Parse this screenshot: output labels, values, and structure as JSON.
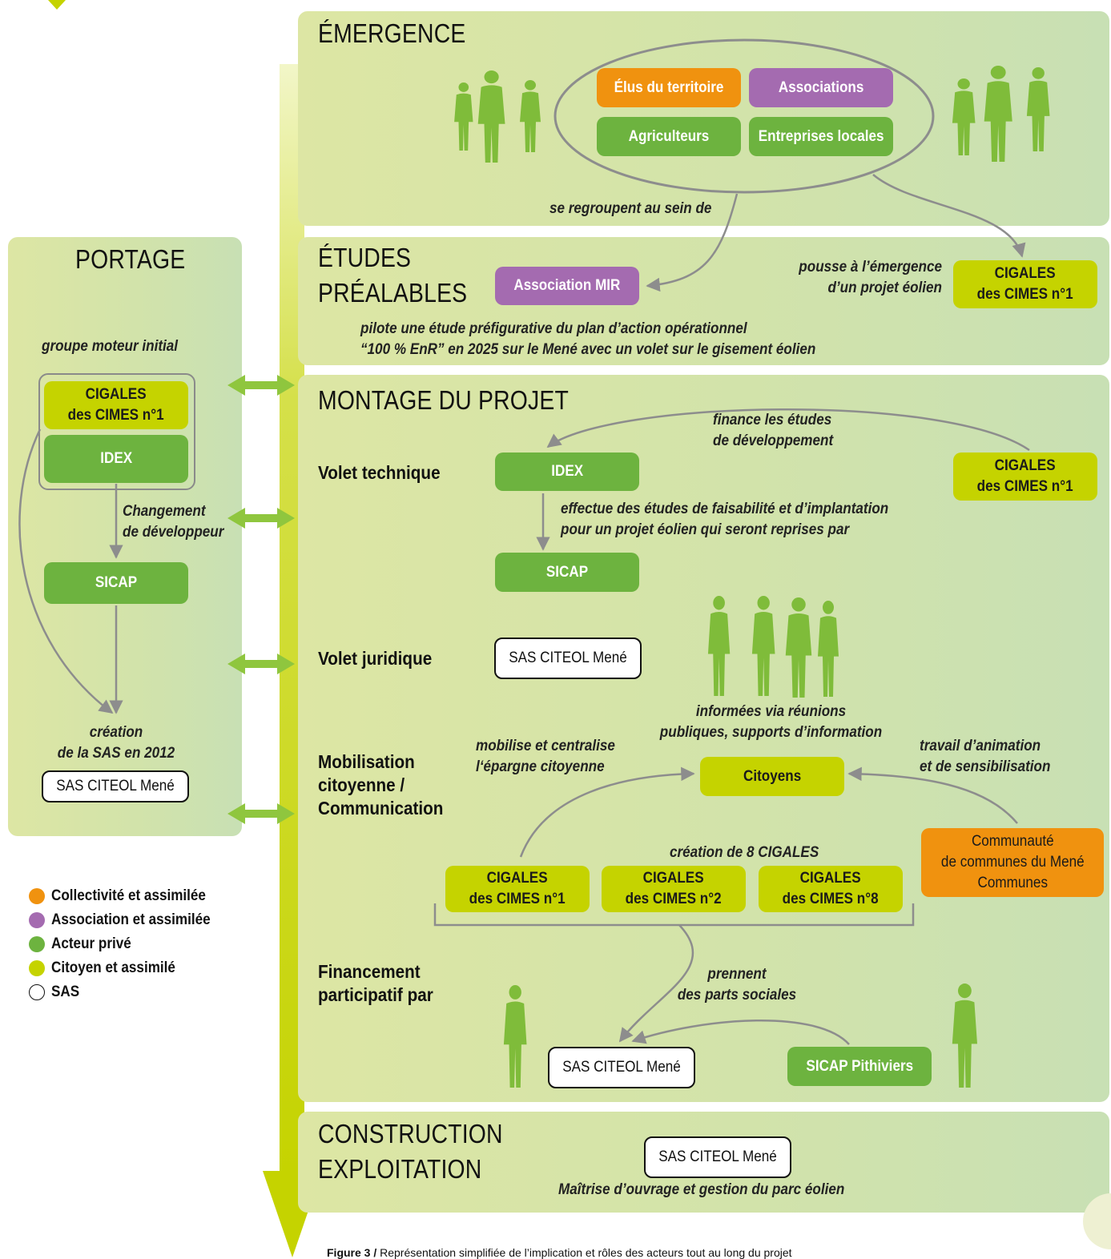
{
  "colors": {
    "collectivite": "#f0920f",
    "association": "#a46bb0",
    "prive": "#6db33f",
    "citoyen": "#c5d300",
    "sas": "#ffffff"
  },
  "portage": {
    "title": "PORTAGE",
    "groupe_label": "groupe moteur initial",
    "cigales": "CIGALES\ndes CIMES n°1",
    "idex": "IDEX",
    "changement": "Changement\nde développeur",
    "sicap": "SICAP",
    "creation": "création\nde la SAS en 2012",
    "sas": "SAS CITEOL Mené"
  },
  "emergence": {
    "title": "ÉMERGENCE",
    "elus": "Élus du territoire",
    "associations": "Associations",
    "agriculteurs": "Agriculteurs",
    "entreprises": "Entreprises locales",
    "regroupent": "se regroupent au sein de"
  },
  "etudes": {
    "title": "ÉTUDES\nPRÉALABLES",
    "mir": "Association MIR",
    "pousse": "pousse à l’émergence\nd’un projet éolien",
    "cigales": "CIGALES\ndes CIMES n°1",
    "pilote": "pilote une étude préfigurative du plan d’action opérationnel\n“100 % EnR” en 2025 sur le Mené avec un volet sur le gisement éolien"
  },
  "montage": {
    "title": "MONTAGE DU PROJET",
    "volet_technique": "Volet technique",
    "finance": "finance les études\nde développement",
    "idex": "IDEX",
    "cigales": "CIGALES\ndes CIMES n°1",
    "effectue": "effectue des études de faisabilité et d’implantation\npour un projet éolien qui seront reprises par",
    "sicap": "SICAP",
    "volet_juridique": "Volet juridique",
    "sas": "SAS CITEOL Mené",
    "informees": "informées via réunions\npubliques, supports d’information",
    "mobilisation": "Mobilisation\ncitoyenne /\nCommunication",
    "mobilise": "mobilise et centralise\nl‘épargne citoyenne",
    "citoyens": "Citoyens",
    "travail": "travail d’animation\net de sensibilisation",
    "communaute": "Communauté\nde communes du Mené\nCommunes",
    "creation_cigales": "création de 8 CIGALES",
    "cigales1": "CIGALES\ndes CIMES n°1",
    "cigales2": "CIGALES\ndes CIMES n°2",
    "cigales8": "CIGALES\ndes CIMES n°8",
    "financement": "Financement\nparticipatif par",
    "prennent": "prennent\ndes parts sociales",
    "sas_final": "SAS CITEOL Mené",
    "sicap_pithiviers": "SICAP Pithiviers"
  },
  "construction": {
    "title": "CONSTRUCTION\nEXPLOITATION",
    "sas": "SAS CITEOL Mené",
    "maitrise": "Maîtrise d’ouvrage et gestion du parc éolien"
  },
  "legend": [
    {
      "label": "Collectivité et assimilée",
      "color": "#f0920f"
    },
    {
      "label": "Association et assimilée",
      "color": "#a46bb0"
    },
    {
      "label": "Acteur privé",
      "color": "#6db33f"
    },
    {
      "label": "Citoyen et assimilé",
      "color": "#c5d300"
    },
    {
      "label": "SAS",
      "color": "#ffffff"
    }
  ],
  "caption": {
    "bold": "Figure 3 /",
    "text": " Représentation simplifiée de l’implication et rôles des acteurs tout au long du projet"
  },
  "icons": [
    "people-silhouette-icon",
    "double-arrow-icon",
    "timeline-arrow-icon"
  ]
}
